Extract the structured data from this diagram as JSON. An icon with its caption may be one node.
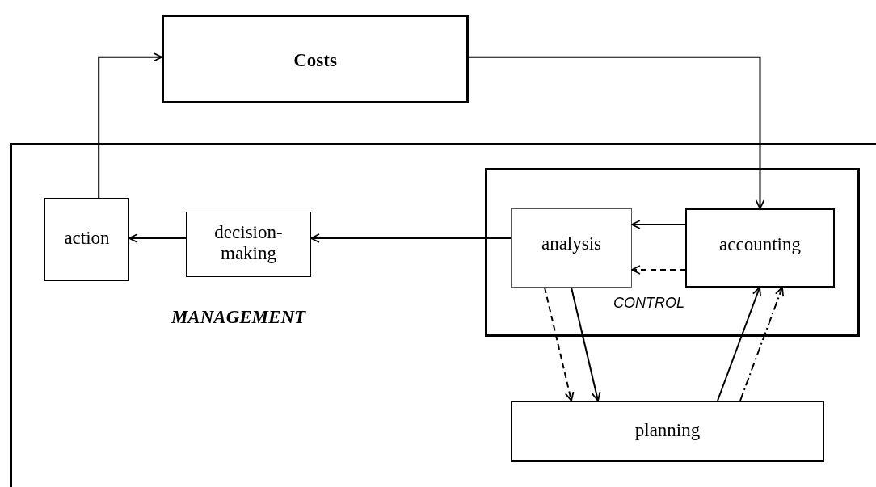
{
  "diagram": {
    "nodes": [
      {
        "text": [
          "Costs"
        ]
      },
      {
        "text": [
          "MANAGEMENT"
        ]
      },
      {
        "text": [
          "action"
        ],
        "in": 1
      },
      {
        "text": [
          "decision-making"
        ],
        "in": 1
      },
      {
        "text": [
          "CONTROL"
        ],
        "in": 1
      },
      {
        "text": [
          "analysis"
        ],
        "in": 4
      },
      {
        "text": [
          "accounting"
        ],
        "in": 4
      },
      {
        "text": [
          "planning"
        ],
        "in": 1
      }
    ],
    "edges": [
      {
        "from": 2,
        "to": 0,
        "arrow": "to"
      },
      {
        "from": 0,
        "to": 6,
        "arrow": "to"
      },
      {
        "from": 3,
        "to": 2,
        "arrow": "to"
      },
      {
        "from": 5,
        "to": 3,
        "arrow": "to"
      },
      {
        "from": 6,
        "to": 5,
        "arrow": "to"
      },
      {
        "from": 6,
        "to": 5,
        "arrow": "to",
        "style": "dashed"
      },
      {
        "from": 5,
        "to": 7,
        "arrow": "to",
        "style": "dashed"
      },
      {
        "from": 5,
        "to": 7,
        "arrow": "to"
      },
      {
        "from": 7,
        "to": 6,
        "arrow": "to"
      },
      {
        "from": 7,
        "to": 6,
        "arrow": "to",
        "style": "dashed"
      }
    ]
  }
}
